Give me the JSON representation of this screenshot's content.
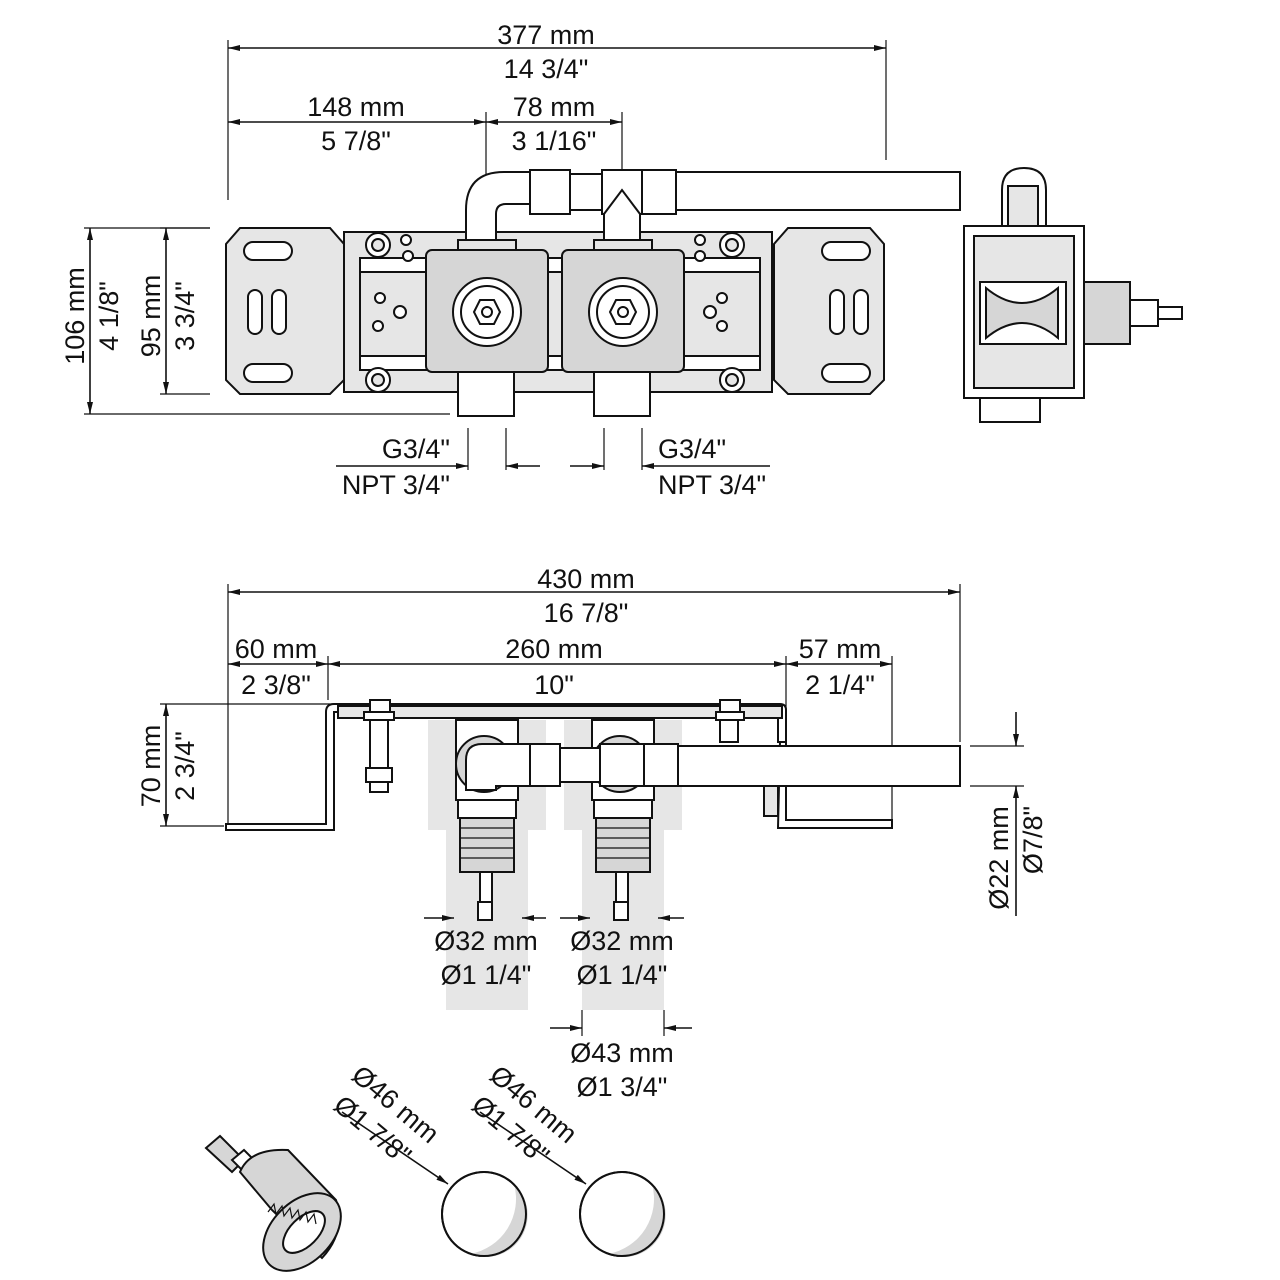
{
  "top_view": {
    "overall_width": {
      "mm": "377 mm",
      "inch": "14 3/4\""
    },
    "left_offset": {
      "mm": "148 mm",
      "inch": "5 7/8\""
    },
    "center_spacing": {
      "mm": "78 mm",
      "inch": "3 1/16\""
    },
    "overall_height": {
      "mm": "106 mm",
      "inch": "4 1/8\""
    },
    "mount_height": {
      "mm": "95 mm",
      "inch": "3 3/4\""
    },
    "left_thread": {
      "g": "G3/4\"",
      "npt": "NPT 3/4\""
    },
    "right_thread": {
      "g": "G3/4\"",
      "npt": "NPT 3/4\""
    }
  },
  "side_view": {
    "overall_width": {
      "mm": "430 mm",
      "inch": "16 7/8\""
    },
    "left_bracket": {
      "mm": "60 mm",
      "inch": "2 3/8\""
    },
    "mid_span": {
      "mm": "260 mm",
      "inch": "10\""
    },
    "right_bracket": {
      "mm": "57 mm",
      "inch": "2 1/4\""
    },
    "depth": {
      "mm": "70 mm",
      "inch": "2 3/4\""
    },
    "pipe_diameter": {
      "mm": "Ø22 mm",
      "inch": "Ø7/8\""
    },
    "left_sleeve": {
      "mm": "Ø32 mm",
      "inch": "Ø1 1/4\""
    },
    "right_sleeve": {
      "mm": "Ø32 mm",
      "inch": "Ø1 1/4\""
    },
    "outer_sleeve": {
      "mm": "Ø43 mm",
      "inch": "Ø1 3/4\""
    }
  },
  "holes": {
    "hole_1": {
      "mm": "Ø46 mm",
      "inch": "Ø1 7/8\""
    },
    "hole_2": {
      "mm": "Ø46 mm",
      "inch": "Ø1 7/8\""
    }
  }
}
